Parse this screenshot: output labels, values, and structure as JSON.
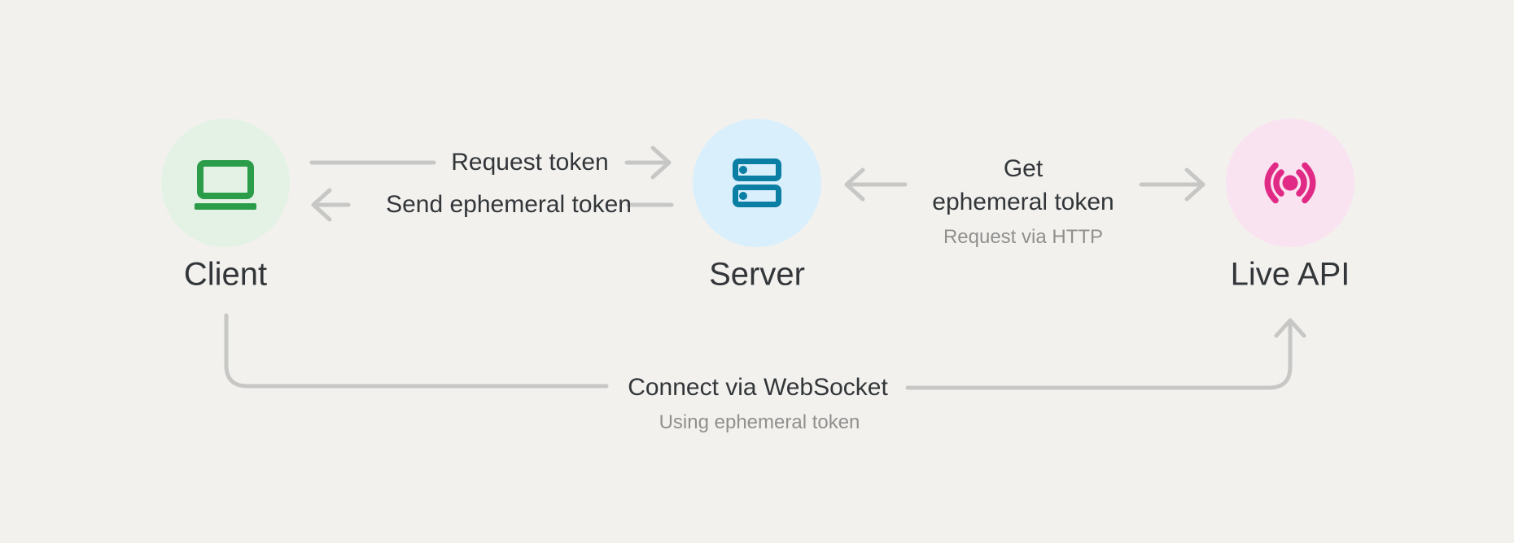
{
  "background_color": "#f2f1ee",
  "palette": {
    "connector_gray": "#c7c7c5",
    "label_dark": "#333639",
    "label_gray": "#8f8f8e",
    "client_circle_fill": "#e3f2e4",
    "client_icon_green": "#2b9d4a",
    "server_circle_fill": "#d9effc",
    "server_icon_blue": "#0a7fa3",
    "liveapi_circle_fill": "#fae3f1",
    "liveapi_icon_pink": "#e02a86"
  },
  "nodes": [
    {
      "id": "client",
      "label": "Client",
      "icon": "laptop-icon"
    },
    {
      "id": "server",
      "label": "Server",
      "icon": "server-icon"
    },
    {
      "id": "live_api",
      "label": "Live API",
      "icon": "broadcast-icon"
    }
  ],
  "edges": [
    {
      "id": "request_token",
      "label": "Request token",
      "from": "client",
      "to": "server",
      "direction": "right"
    },
    {
      "id": "send_ephemeral_token",
      "label": "Send ephemeral token",
      "from": "server",
      "to": "client",
      "direction": "left"
    },
    {
      "id": "get_ephemeral_token",
      "label_line1": "Get",
      "label_line2": "ephemeral token",
      "sublabel": "Request via HTTP",
      "from": "server",
      "to": "live_api",
      "direction": "both"
    },
    {
      "id": "connect_websocket",
      "label": "Connect via WebSocket",
      "sublabel": "Using ephemeral token",
      "from": "client",
      "to": "live_api",
      "direction": "up-into-live-api"
    }
  ]
}
